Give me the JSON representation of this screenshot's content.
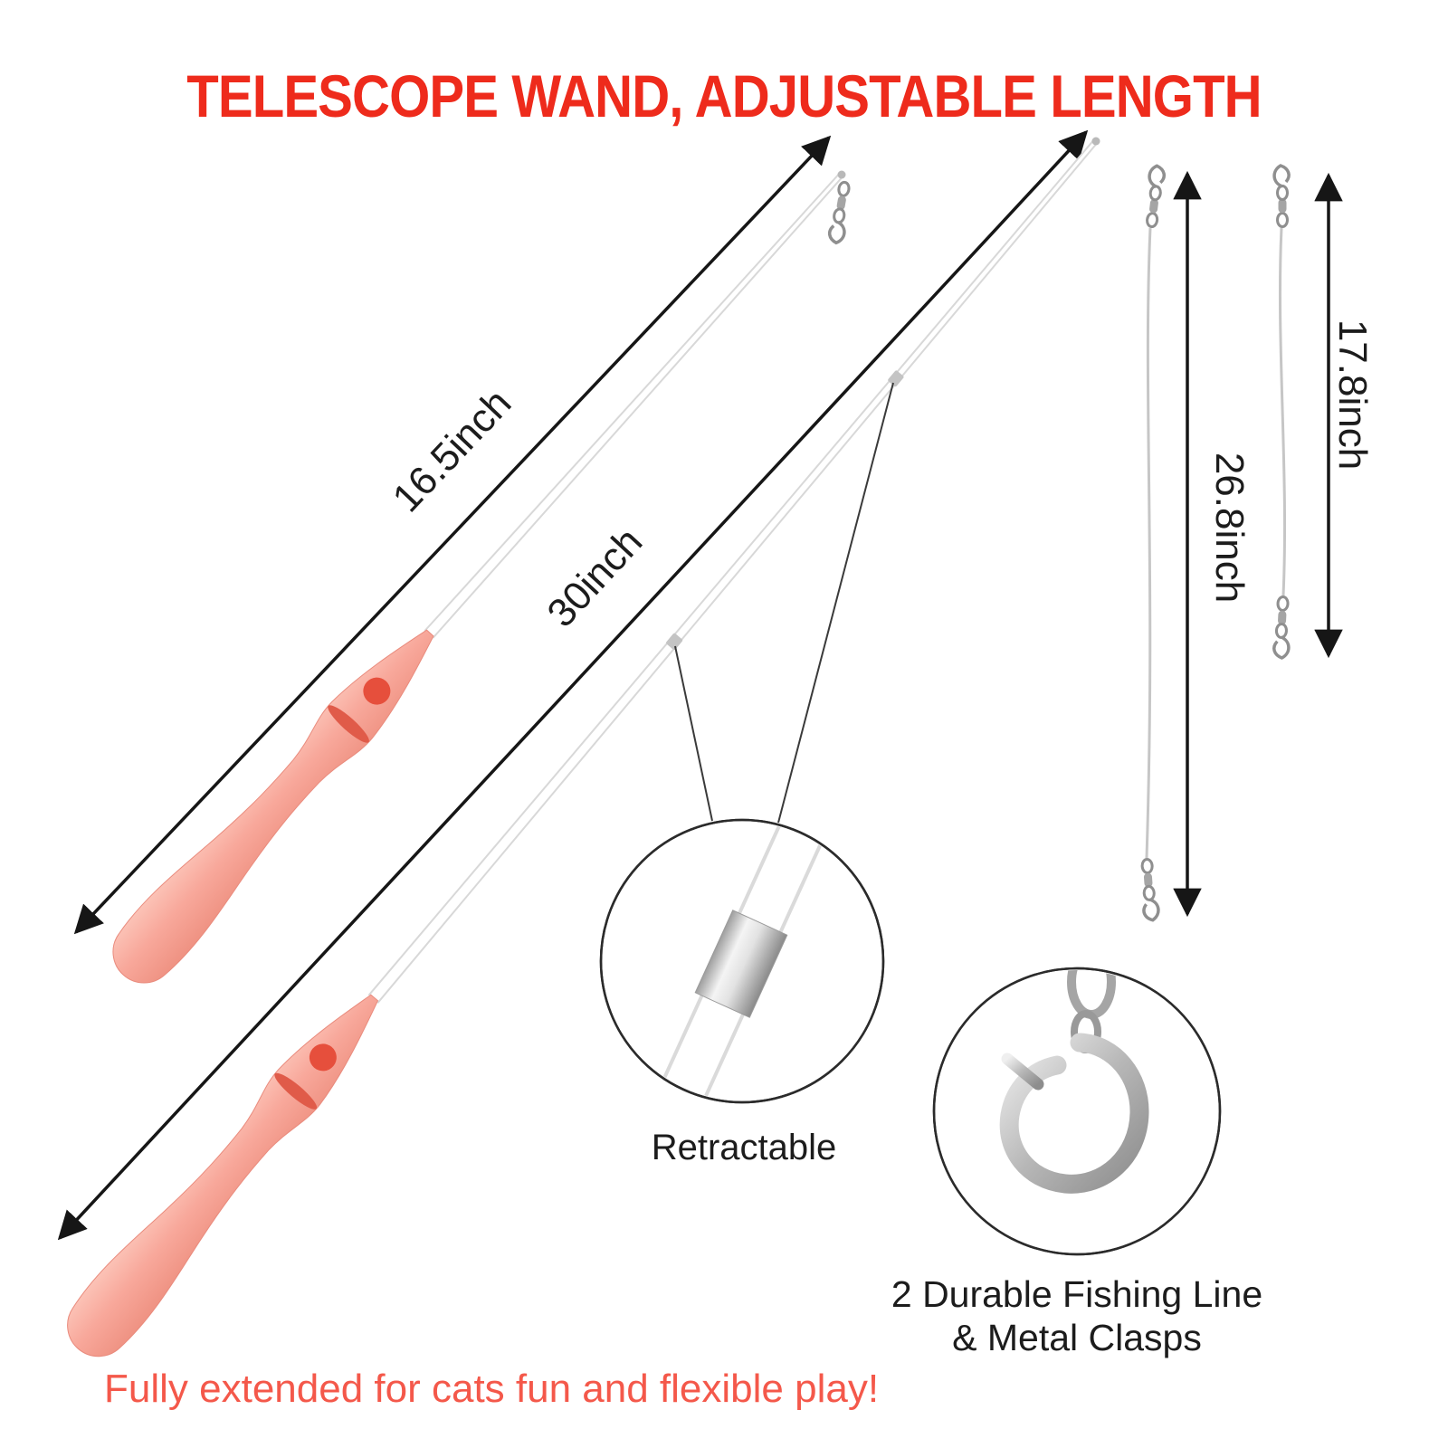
{
  "title": "TELESCOPE WAND, ADJUSTABLE LENGTH",
  "measurements": {
    "wand_short_length": "16.5inch",
    "wand_long_length": "30inch",
    "fishing_line_long_length": "26.8inch",
    "fishing_line_short_length": "17.8inch"
  },
  "callouts": {
    "retractable_label": "Retractable",
    "clasps_label_line1": "2 Durable Fishing Line",
    "clasps_label_line2": "& Metal Clasps"
  },
  "footer_caption": "Fully extended for cats fun and flexible play!",
  "colors": {
    "title_red": "#EE2B1C",
    "footer_salmon": "#F4584A",
    "handle_coral": "#F8A89B",
    "handle_accent": "#E05B49",
    "rod_white": "#FFFFFF",
    "metal_silver": "#B0B0B0",
    "arrow_black": "#161616"
  }
}
